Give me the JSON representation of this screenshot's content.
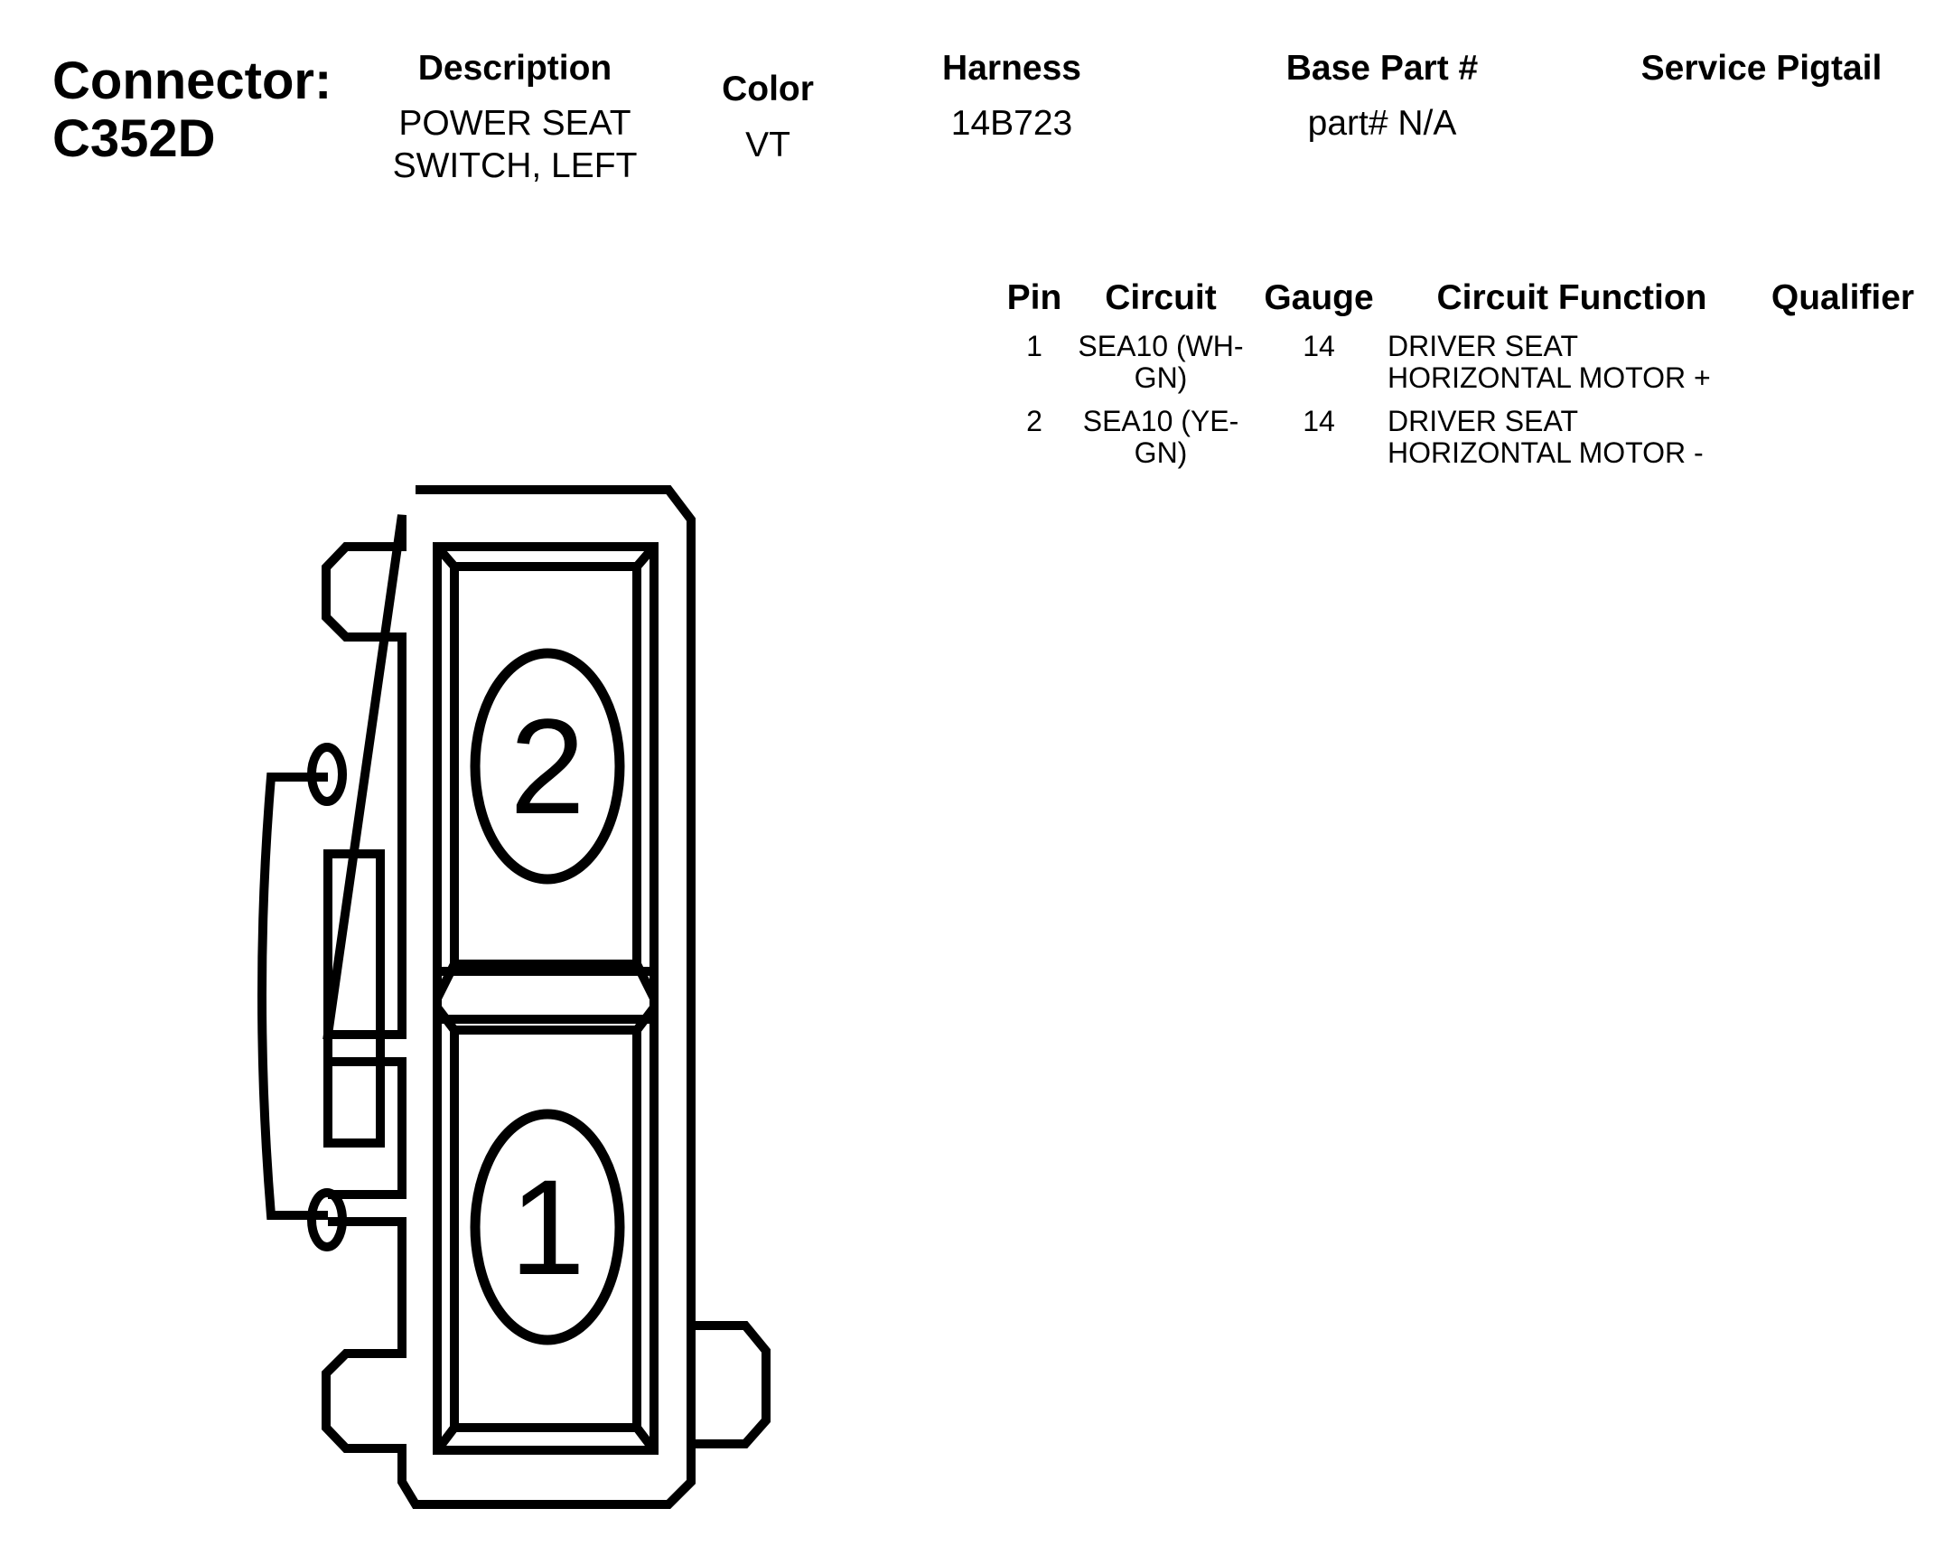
{
  "connector": {
    "label": "Connector:",
    "id": "C352D"
  },
  "header": {
    "description_label": "Description",
    "description_line1": "POWER SEAT",
    "description_line2": "SWITCH, LEFT",
    "color_label": "Color",
    "color_value": "VT",
    "harness_label": "Harness",
    "harness_value": "14B723",
    "base_part_label": "Base Part #",
    "base_part_value": "part# N/A",
    "service_pigtail_label": "Service Pigtail",
    "service_pigtail_value": ""
  },
  "pin_table": {
    "columns": [
      "Pin",
      "Circuit",
      "Gauge",
      "Circuit Function",
      "Qualifier"
    ],
    "rows": [
      {
        "pin": "1",
        "circuit_line1": "SEA10 (WH-",
        "circuit_line2": "GN)",
        "gauge": "14",
        "function_line1": "DRIVER SEAT",
        "function_line2": "HORIZONTAL MOTOR +",
        "qualifier": ""
      },
      {
        "pin": "2",
        "circuit_line1": "SEA10 (YE-",
        "circuit_line2": "GN)",
        "gauge": "14",
        "function_line1": "DRIVER SEAT",
        "function_line2": "HORIZONTAL MOTOR -",
        "qualifier": ""
      }
    ]
  },
  "connector_face": {
    "pin_top_label": "2",
    "pin_bottom_label": "1"
  }
}
